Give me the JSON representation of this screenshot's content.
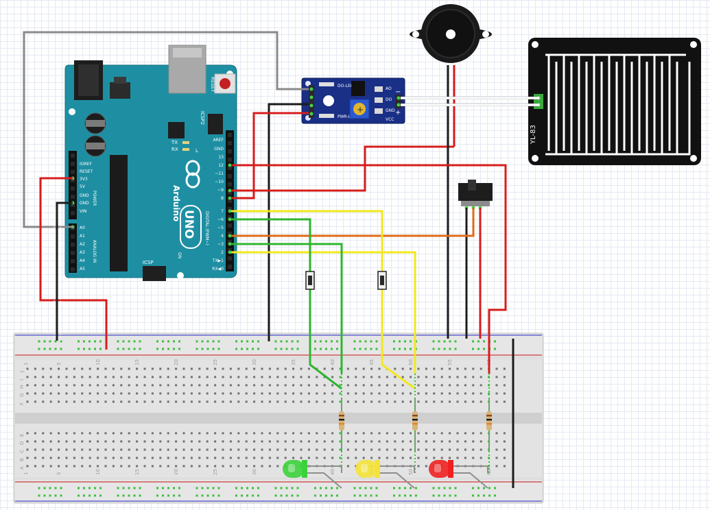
{
  "arduino": {
    "brand": "Arduino",
    "model": "UNO",
    "reset_label": "RESET",
    "icsp2_label": "ICSP2",
    "icsp_label": "ICSP",
    "tx_label": "TX",
    "rx_label": "RX",
    "l_label": "L",
    "on_label": "ON",
    "power_label": "POWER",
    "analog_label": "ANALOG IN",
    "digital_label": "DIGITAL (PWM~)",
    "power_pins": [
      "IOREF",
      "RESET",
      "3V3",
      "5V",
      "GND",
      "GND",
      "VIN"
    ],
    "analog_pins": [
      "A0",
      "A1",
      "A2",
      "A3",
      "A4",
      "A5"
    ],
    "digital_pins": [
      "AREF",
      "GND",
      "13",
      "12",
      "~11",
      "~10",
      "~9",
      "8",
      "7",
      "~6",
      "~5",
      "4",
      "~3",
      "2",
      "TX▶1",
      "RX◀0"
    ]
  },
  "sensor_module": {
    "do_led": "DO-LED",
    "pwr_led": "PWR-LED",
    "pins": [
      "AO",
      "DO",
      "GND",
      "VCC"
    ],
    "minus": "−",
    "plus": "+"
  },
  "rain_sensor": {
    "label": "YL-83"
  },
  "breadboard": {
    "row_letters_top": [
      "J",
      "I",
      "H",
      "G",
      "F"
    ],
    "row_letters_bottom": [
      "E",
      "D",
      "C",
      "B",
      "A"
    ],
    "column_numbers": [
      "1",
      "5",
      "10",
      "15",
      "20",
      "25",
      "30",
      "35",
      "40",
      "45",
      "50",
      "55",
      "60"
    ]
  },
  "leds": [
    {
      "name": "green",
      "color": "#3bd13b"
    },
    {
      "name": "yellow",
      "color": "#f4e23a"
    },
    {
      "name": "red",
      "color": "#ee2020"
    }
  ],
  "wire_colors": {
    "red": "#d71c1c",
    "black": "#1b1b1b",
    "gray": "#8a8a8a",
    "green": "#2fb52f",
    "yellow": "#f2e81e",
    "orange": "#e06a1a"
  }
}
